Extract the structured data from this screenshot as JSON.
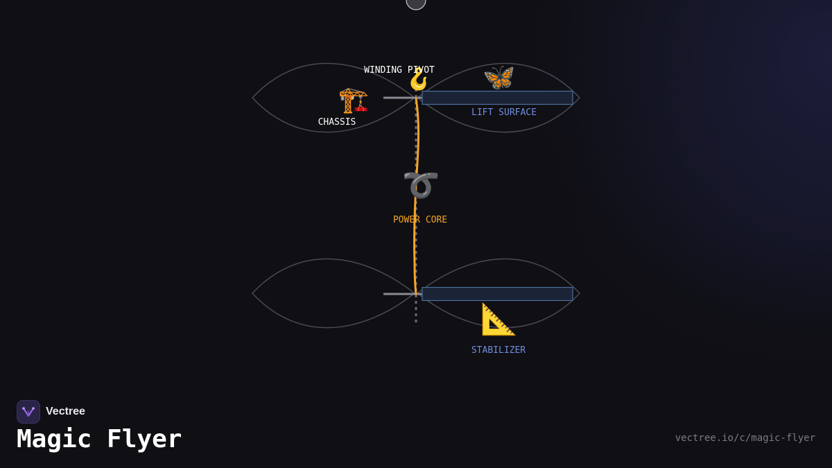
{
  "diagram": {
    "nodes": {
      "winding_pivot": {
        "label": "WINDING PIVOT",
        "icon": "hook-icon",
        "glyph": "🪝",
        "color": "#ffffff"
      },
      "chassis": {
        "label": "CHASSIS",
        "icon": "crane-icon",
        "glyph": "🏗️",
        "color": "#ffffff"
      },
      "lift_surface": {
        "label": "LIFT SURFACE",
        "icon": "butterfly-icon",
        "glyph": "🦋",
        "color": "#6f8fe0"
      },
      "power_core": {
        "label": "POWER CORE",
        "icon": "loop-icon",
        "glyph": "➰",
        "color": "#f5a524"
      },
      "stabilizer": {
        "label": "STABILIZER",
        "icon": "triangular-ruler-icon",
        "glyph": "📐",
        "color": "#6f8fe0"
      }
    },
    "colors": {
      "rubber_band": "#f5a524",
      "wing_outline": "#4a4a52",
      "panel_fill": "#1a2436",
      "panel_stroke": "#4d6f9c",
      "spar": "#8a8a92"
    }
  },
  "brand": {
    "name": "Vectree",
    "logo_icon": "vectree-logo-icon"
  },
  "title": "Magic Flyer",
  "url": "vectree.io/c/magic-flyer"
}
